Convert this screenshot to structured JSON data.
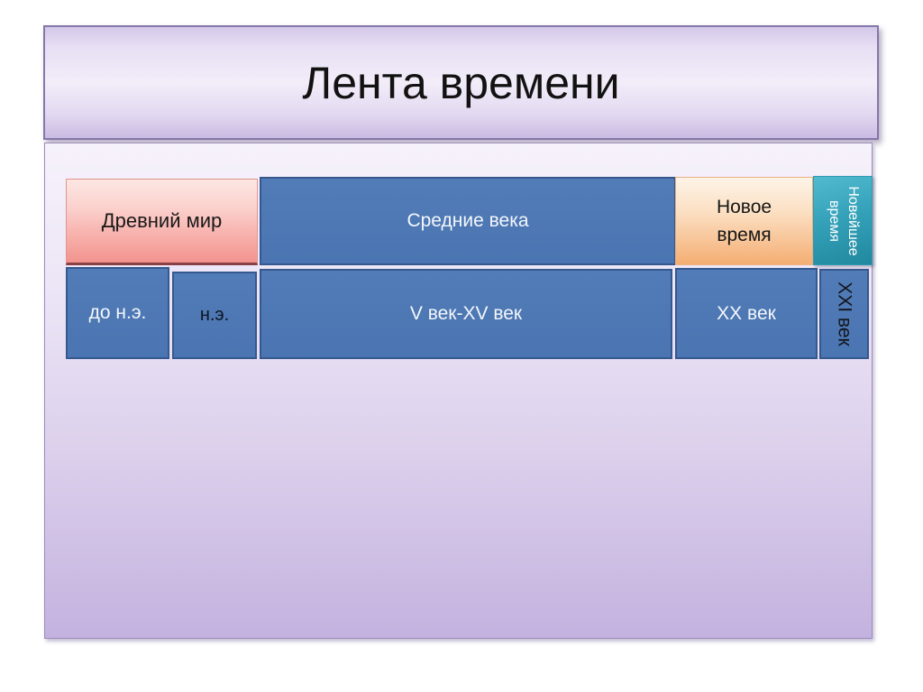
{
  "slide": {
    "title": "Лента времени"
  },
  "palette": {
    "page_background": "#ffffff",
    "title_fill": "#e7dff4",
    "title_border": "#8577a9",
    "canvas_fill_top": "#f6f2fb",
    "canvas_fill_bottom": "#c3b2df",
    "canvas_border": "#9c8cba",
    "blue_fill": "#4d79b5",
    "blue_border": "#35588e",
    "pink_fill_top": "#fde4e1",
    "pink_fill_bottom": "#f2938e",
    "pink_border_bottom": "#8a4045",
    "peach_fill_top": "#fdf2e4",
    "peach_fill_bottom": "#f4ae72",
    "teal_fill_top": "#52bacf",
    "teal_fill_bottom": "#21889f",
    "text_dark": "#191919",
    "text_light": "#ffffff"
  },
  "timeline": {
    "eras": [
      {
        "label": "Древний мир"
      },
      {
        "label": "Средние века"
      },
      {
        "label": "Новое время"
      },
      {
        "label": "Новейшее время"
      }
    ],
    "periods": [
      {
        "label": "до н.э."
      },
      {
        "label": "н.э."
      },
      {
        "label": "V век-XV век"
      },
      {
        "label": "XX век"
      },
      {
        "label": "XXI век"
      }
    ]
  }
}
